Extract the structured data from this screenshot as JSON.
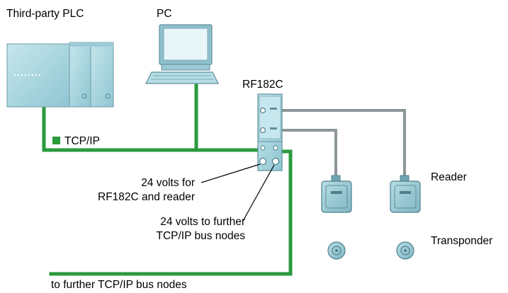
{
  "labels": {
    "plc": "Third-party PLC",
    "pc": "PC",
    "module": "RF182C",
    "network": "TCP/IP",
    "power1_line1": "24 volts for",
    "power1_line2": "RF182C and reader",
    "power2_line1": "24 volts to further",
    "power2_line2": "TCP/IP bus nodes",
    "reader": "Reader",
    "transponder": "Transponder",
    "further": "to further TCP/IP bus nodes"
  },
  "colors": {
    "network_line": "#2a9a3c",
    "reader_cable": "#8c9698",
    "device_fill": "#a9d6df",
    "device_stroke": "#5f8f9a"
  }
}
